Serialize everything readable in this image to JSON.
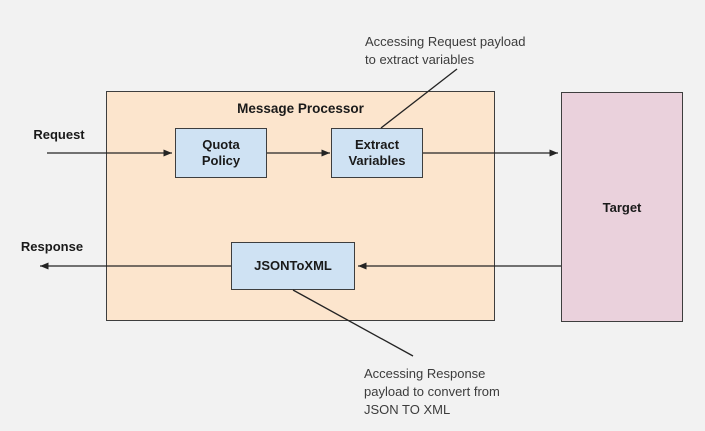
{
  "diagram": {
    "processor": {
      "title": "Message Processor"
    },
    "nodes": {
      "quota_policy": "Quota\nPolicy",
      "extract_variables": "Extract\nVariables",
      "json_to_xml": "JSONToXML",
      "target": "Target"
    },
    "flow_labels": {
      "request": "Request",
      "response": "Response"
    },
    "annotations": {
      "top": "Accessing Request payload\nto extract variables",
      "bottom": "Accessing Response\npayload to convert from\nJSON TO XML"
    },
    "colors": {
      "canvas_bg": "#f2f2f2",
      "processor_fill": "#fce5cd",
      "node_fill": "#cfe2f3",
      "target_fill": "#ead1dc",
      "border": "#3e3e3e",
      "line": "#242424",
      "label_text": "#1a1a1a",
      "annotation_text": "#3c3c3c"
    }
  }
}
